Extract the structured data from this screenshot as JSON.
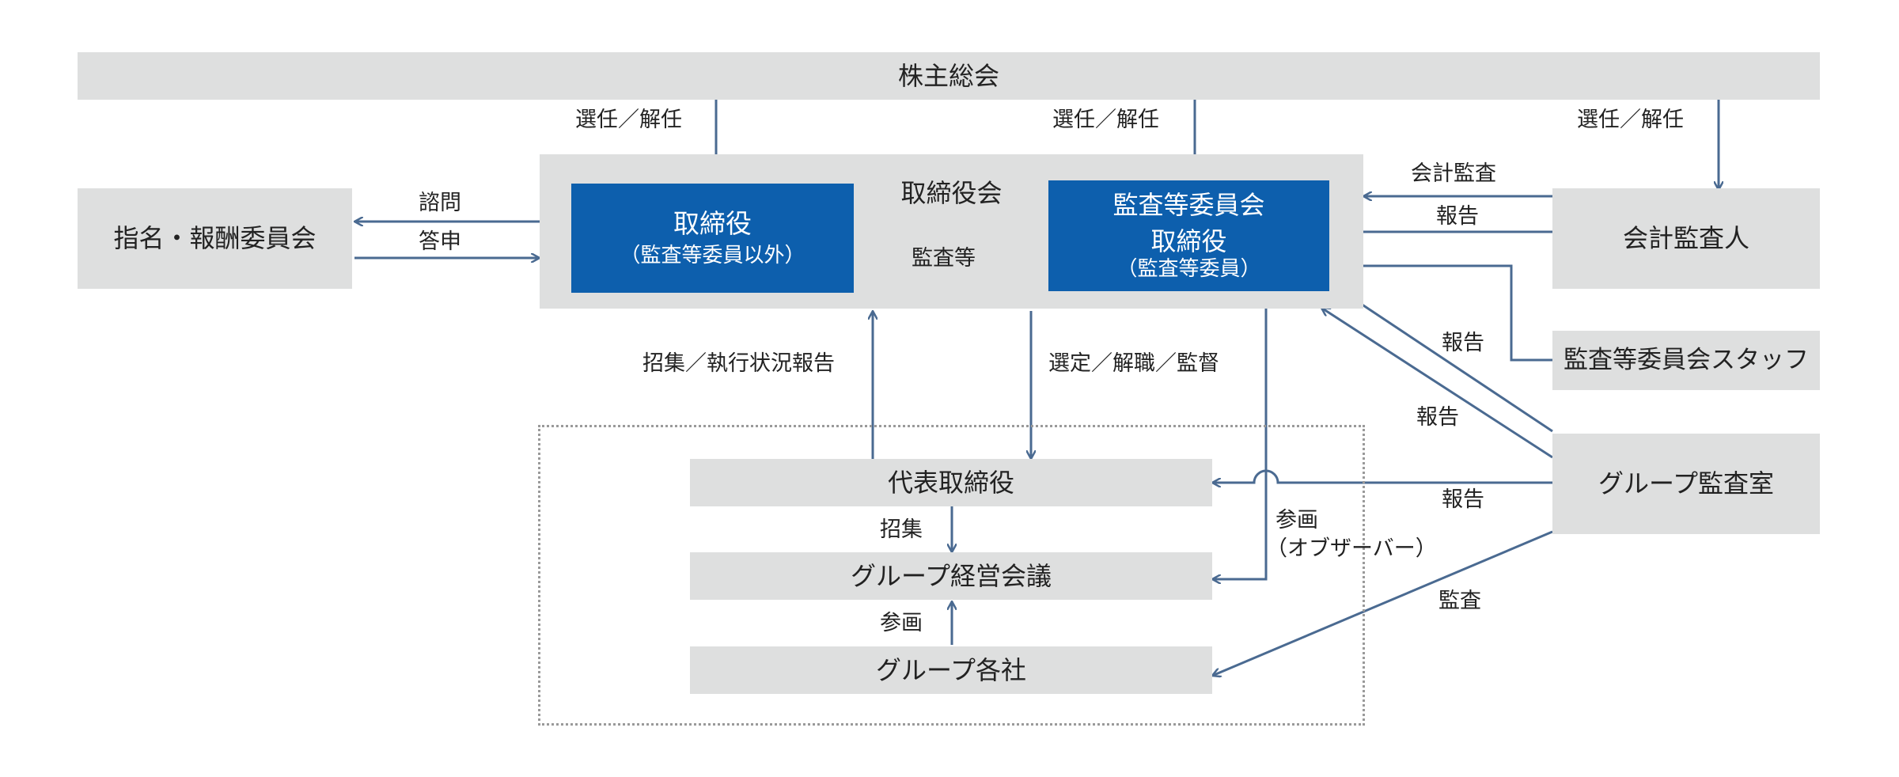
{
  "nodes": {
    "shareholders": "株主総会",
    "board": "取締役会",
    "nomination": "指名・報酬委員会",
    "directors_main": "取締役",
    "directors_sub": "（監査等委員以外）",
    "audit_committee": "監査等委員会",
    "audit_directors_main": "取締役",
    "audit_directors_sub": "（監査等委員）",
    "accounting_auditor": "会計監査人",
    "audit_staff": "監査等委員会スタッフ",
    "internal_audit": "グループ監査室",
    "president": "代表取締役",
    "group_meeting": "グループ経営会議",
    "group_companies": "グループ各社"
  },
  "edges": {
    "appoint_1": "選任／解任",
    "appoint_2": "選任／解任",
    "appoint_3": "選任／解任",
    "consult": "諮問",
    "answer": "答申",
    "audit_etc": "監査等",
    "accounting_audit": "会計監査",
    "report_1": "報告",
    "report_2": "報告",
    "report_3": "報告",
    "report_4": "報告",
    "convene_report": "招集／執行状況報告",
    "select_dismiss": "選定／解職／監督",
    "convene": "招集",
    "participate": "参画",
    "observer_1": "参画",
    "observer_2": "（オブザーバー）",
    "audit": "監査"
  },
  "colors": {
    "box_gray": "#dedfdf",
    "box_blue": "#0d5fad",
    "arrow": "#4a6a91",
    "dotted_frame": "#9a9a9a"
  }
}
